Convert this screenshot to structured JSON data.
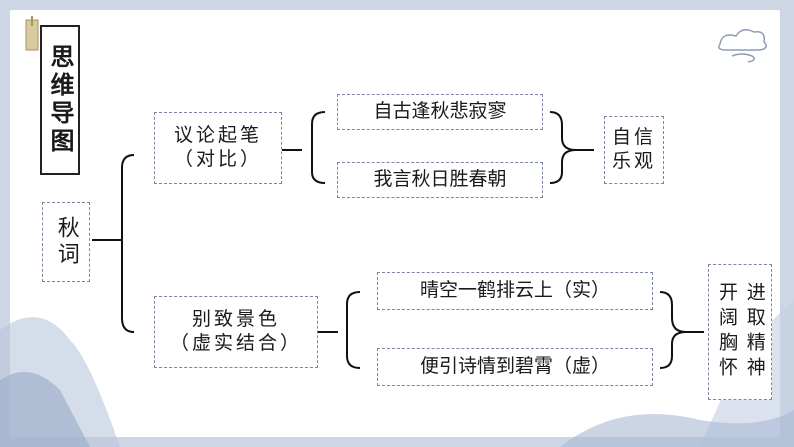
{
  "title": "思维导图",
  "root": "秋词",
  "branches": [
    {
      "label_line1": "议论起笔",
      "label_line2": "（对比）",
      "children": [
        "自古逢秋悲寂寥",
        "我言秋日胜春朝"
      ],
      "result_line1": "自信",
      "result_line2": "乐观"
    },
    {
      "label_line1": "别致景色",
      "label_line2": "（虚实结合）",
      "children": [
        "晴空一鹤排云上（实）",
        "便引诗情到碧霄（虚）"
      ],
      "result_cols": [
        "进取精神",
        "开阔胸怀"
      ]
    }
  ],
  "colors": {
    "border": "#7a86a3",
    "line": "#111111",
    "background": "#cdd6e4"
  }
}
